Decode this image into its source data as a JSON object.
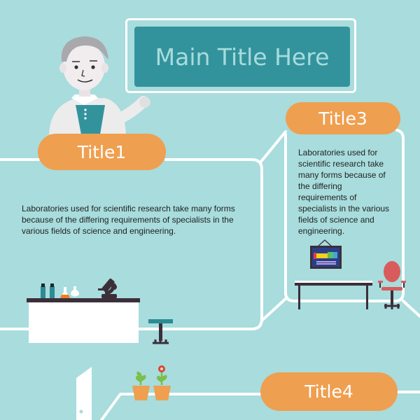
{
  "main_title": "Main Title Here",
  "sections": [
    {
      "id": "title1",
      "label": "Title1",
      "text": "Laboratories used for scientific research take many forms because of the differing requirements of specialists in the various fields of science and engineering."
    },
    {
      "id": "title3",
      "label": "Title3",
      "text": "Laboratories used for scientific research take many forms because of the differing requirements of specialists in the various fields of science and engineering."
    },
    {
      "id": "title4",
      "label": "Title4"
    }
  ],
  "colors": {
    "background": "#a8dcdd",
    "title_box": "#33939d",
    "title_text": "#a8dcdd",
    "pill": "#ef9f50",
    "lines": "#ffffff",
    "chair": "#d95c5c",
    "furniture_dark": "#3b2f3a",
    "plant_green": "#7bbf4a",
    "flower_red": "#d9463a"
  },
  "illustrations": [
    "scientist-character",
    "lab-bench",
    "chemical-bottles",
    "flasks",
    "microscope",
    "lab-stool",
    "periodic-table-poster",
    "desk",
    "office-chair",
    "door",
    "flower-pots"
  ]
}
